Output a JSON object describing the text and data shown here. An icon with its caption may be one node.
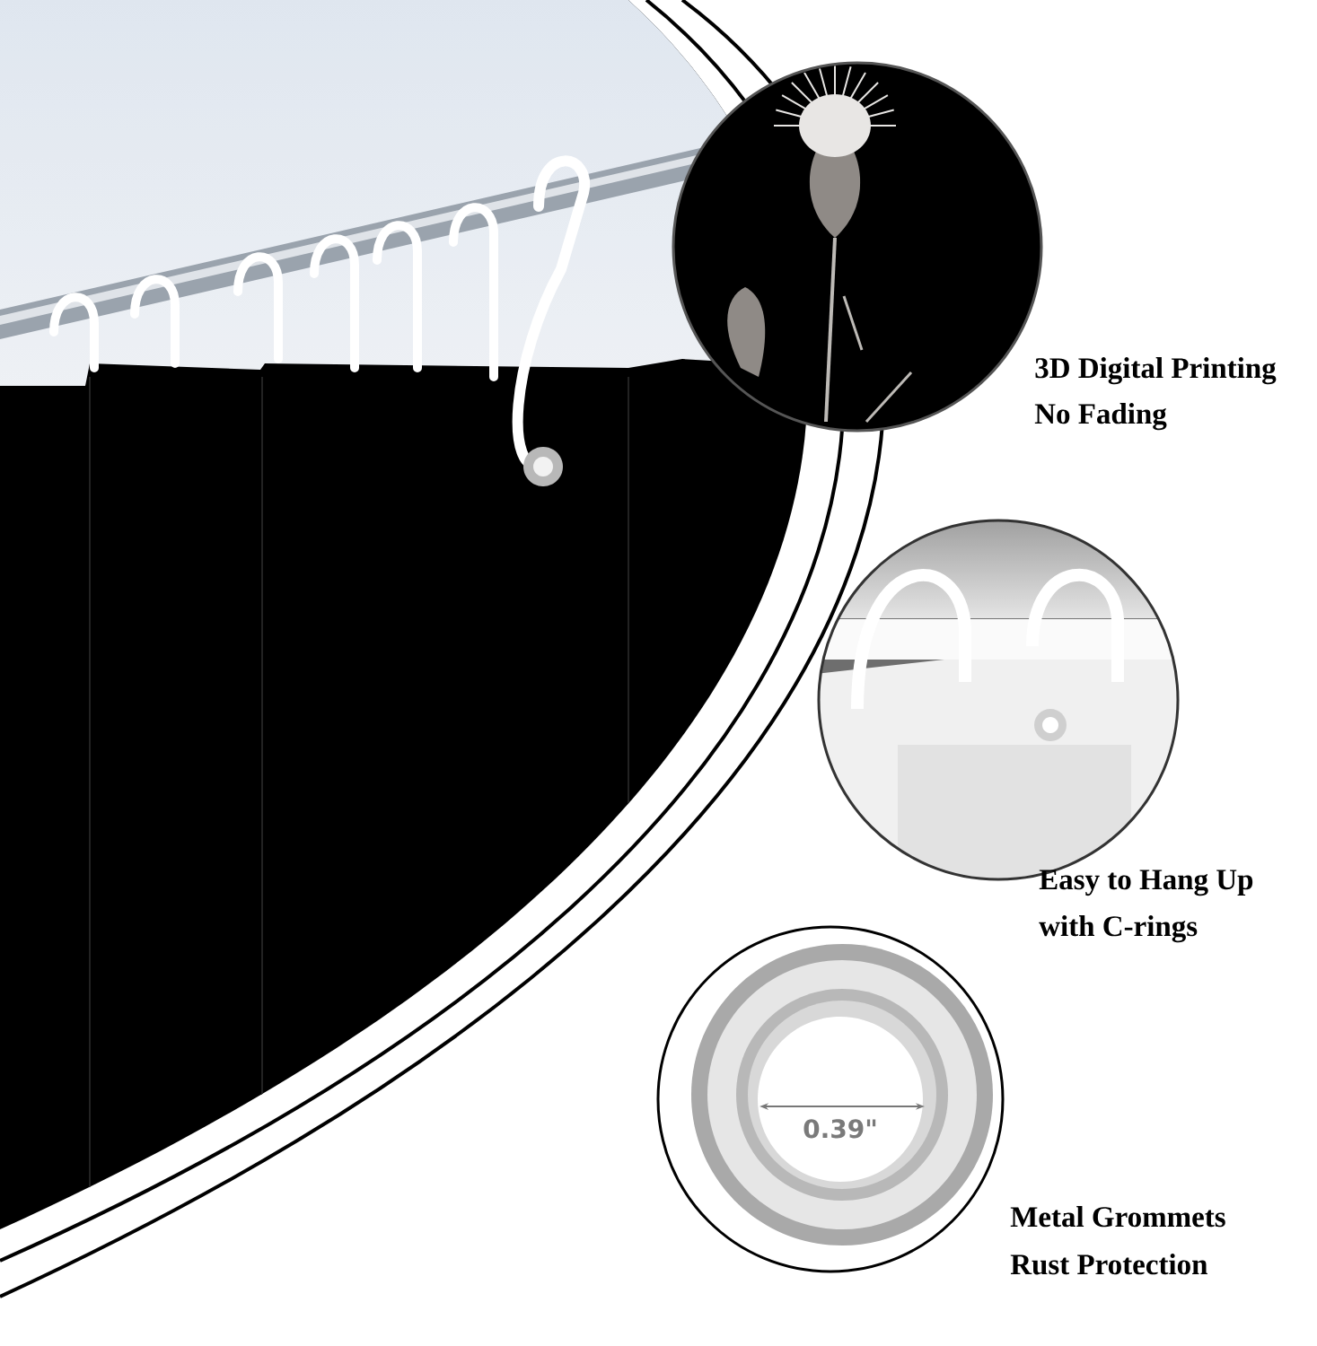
{
  "diagram": {
    "labels": [
      "3D Digital Printing",
      "No Fading",
      "Easy to Hang Up",
      "with C-rings",
      "0.39\"",
      "Metal Grommets",
      "Rust Protection"
    ]
  }
}
